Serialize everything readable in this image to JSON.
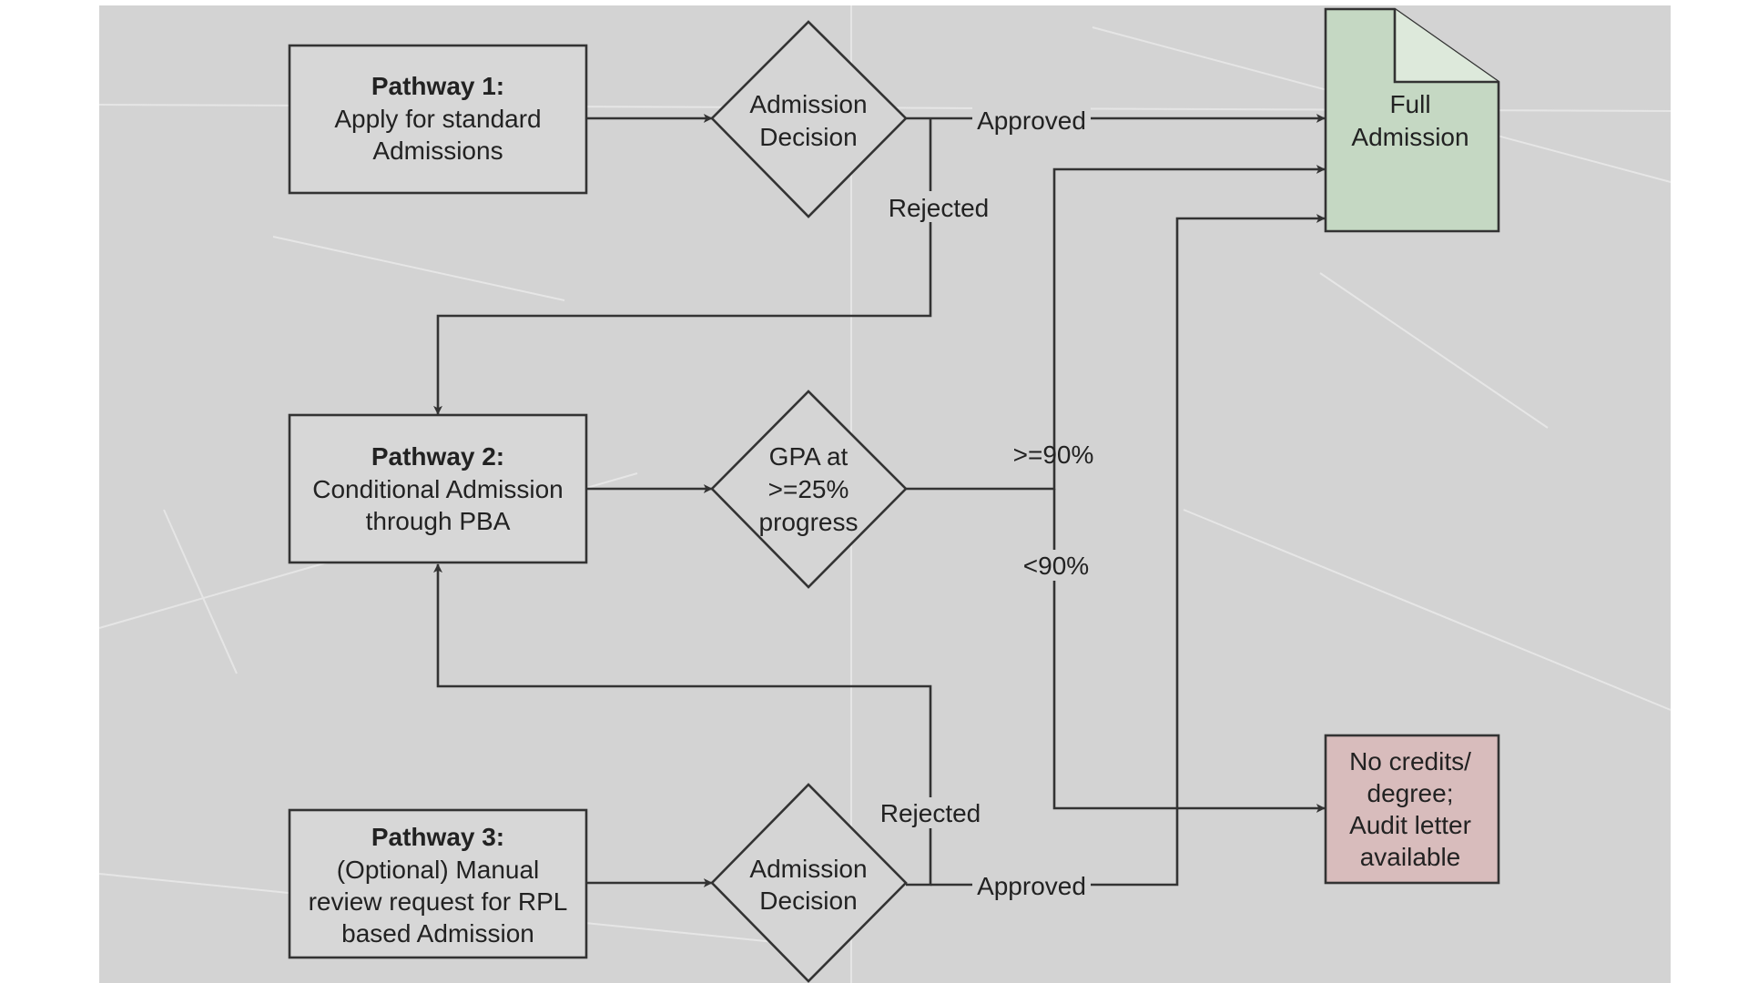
{
  "colors": {
    "paper": "#d3d3d3",
    "paper_crease": "#eeeeee",
    "stroke": "#333333",
    "text": "#222222",
    "outcome_full": "#c5d8c3",
    "outcome_none": "#d8bcbc"
  },
  "nodes": {
    "p1": {
      "title": "Pathway 1:",
      "lines": [
        "Apply for standard",
        "Admissions"
      ]
    },
    "d1": {
      "lines": [
        "Admission",
        "Decision"
      ]
    },
    "full": {
      "lines": [
        "Full",
        "Admission"
      ]
    },
    "p2": {
      "title": "Pathway 2:",
      "lines": [
        "Conditional Admission",
        "through PBA"
      ]
    },
    "d2": {
      "lines": [
        "GPA at",
        ">=25%",
        "progress"
      ]
    },
    "p3": {
      "title": "Pathway 3:",
      "lines": [
        "(Optional) Manual",
        "review request for RPL",
        "based Admission"
      ]
    },
    "d3": {
      "lines": [
        "Admission",
        "Decision"
      ]
    },
    "none": {
      "lines": [
        "No credits/",
        "degree;",
        "Audit letter",
        "available"
      ]
    }
  },
  "edges": {
    "approved_1": "Approved",
    "rejected_1": "Rejected",
    "gte90": ">=90%",
    "lt90": "<90%",
    "rejected_3": "Rejected",
    "approved_3": "Approved"
  }
}
